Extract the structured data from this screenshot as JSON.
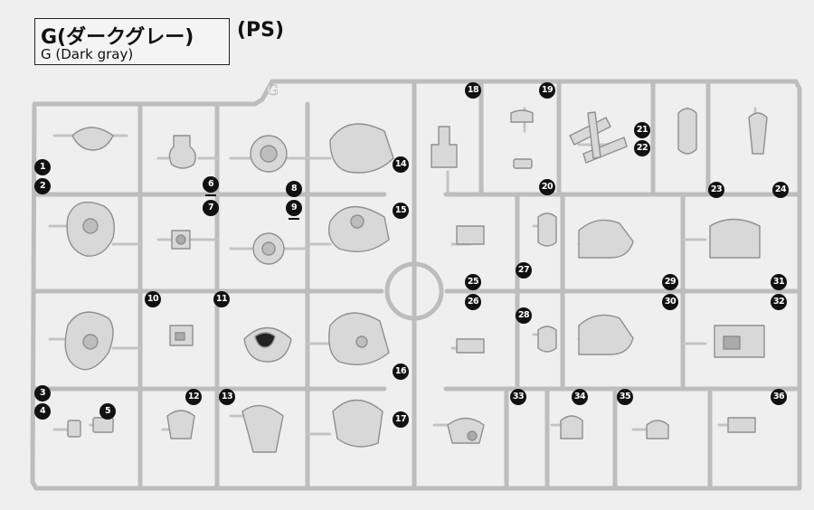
{
  "header": {
    "title_jp": "G(ダークグレー)",
    "title_en": "G (Dark gray)",
    "material": "(PS)"
  },
  "runner": {
    "gate_letter": "G",
    "color": "#bdbdbd",
    "part_numbers": [
      {
        "label": "1",
        "underline": false
      },
      {
        "label": "2",
        "underline": false
      },
      {
        "label": "3",
        "underline": false
      },
      {
        "label": "4",
        "underline": false
      },
      {
        "label": "5",
        "underline": false
      },
      {
        "label": "6",
        "underline": true
      },
      {
        "label": "7",
        "underline": false
      },
      {
        "label": "8",
        "underline": false
      },
      {
        "label": "9",
        "underline": true
      },
      {
        "label": "10",
        "underline": false
      },
      {
        "label": "11",
        "underline": false
      },
      {
        "label": "12",
        "underline": false
      },
      {
        "label": "13",
        "underline": false
      },
      {
        "label": "14",
        "underline": false
      },
      {
        "label": "15",
        "underline": false
      },
      {
        "label": "16",
        "underline": false
      },
      {
        "label": "17",
        "underline": false
      },
      {
        "label": "18",
        "underline": false
      },
      {
        "label": "19",
        "underline": false
      },
      {
        "label": "20",
        "underline": false
      },
      {
        "label": "21",
        "underline": false
      },
      {
        "label": "22",
        "underline": false
      },
      {
        "label": "23",
        "underline": false
      },
      {
        "label": "24",
        "underline": false
      },
      {
        "label": "25",
        "underline": false
      },
      {
        "label": "26",
        "underline": false
      },
      {
        "label": "27",
        "underline": false
      },
      {
        "label": "28",
        "underline": false
      },
      {
        "label": "29",
        "underline": false
      },
      {
        "label": "30",
        "underline": false
      },
      {
        "label": "31",
        "underline": false
      },
      {
        "label": "32",
        "underline": false
      },
      {
        "label": "33",
        "underline": false
      },
      {
        "label": "34",
        "underline": false
      },
      {
        "label": "35",
        "underline": false
      },
      {
        "label": "36",
        "underline": false
      }
    ]
  }
}
